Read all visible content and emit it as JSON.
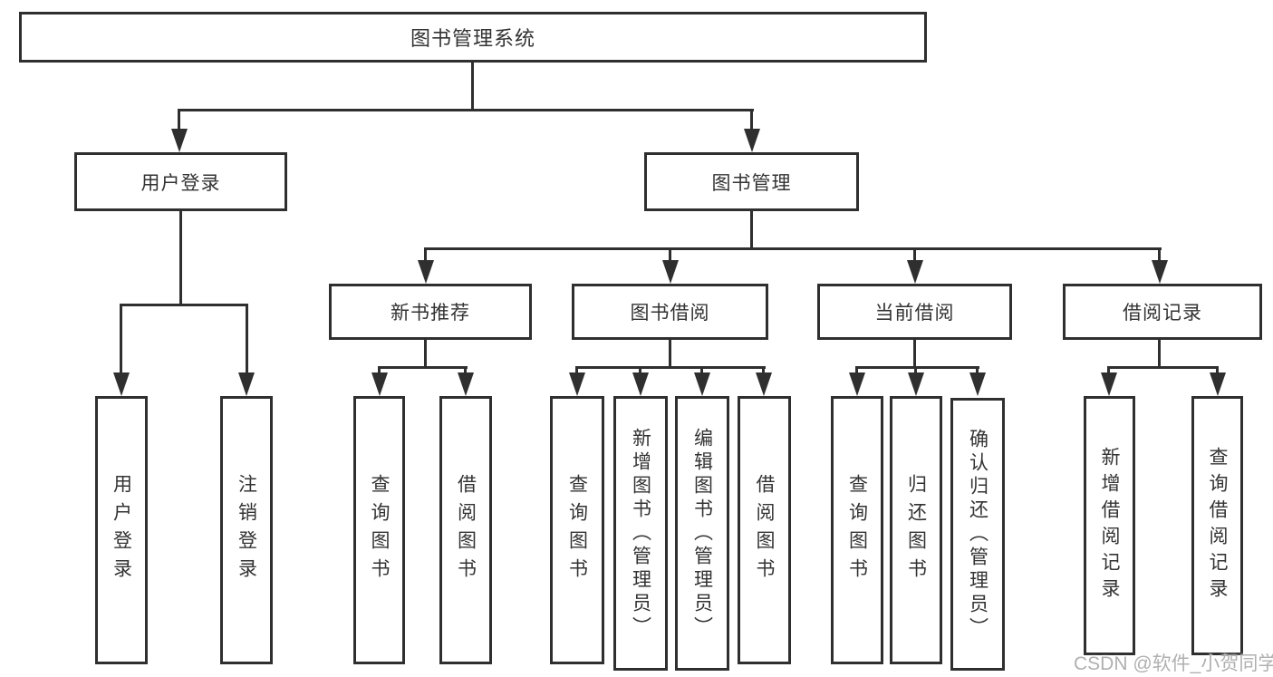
{
  "nodes": {
    "root": "图书管理系统",
    "user_login": "用户登录",
    "book_mgmt": "图书管理",
    "user_login_children": [
      "用户登录",
      "注销登录"
    ],
    "new_book_rec": "新书推荐",
    "book_borrow": "图书借阅",
    "current_borrow": "当前借阅",
    "borrow_record": "借阅记录",
    "new_book_rec_children": [
      "查询图书",
      "借阅图书"
    ],
    "book_borrow_children": [
      "查询图书",
      "新增图书（管理员）",
      "编辑图书（管理员）",
      "借阅图书"
    ],
    "current_borrow_children": [
      "查询图书",
      "归还图书",
      "确认归还（管理员）"
    ],
    "borrow_record_children": [
      "新增借阅记录",
      "查询借阅记录"
    ]
  },
  "watermark": "CSDN @软件_小贺同学",
  "colors": {
    "line": "#2f2f2f",
    "text": "#333333",
    "background": "#ffffff",
    "watermark": "#b0b0b0"
  }
}
